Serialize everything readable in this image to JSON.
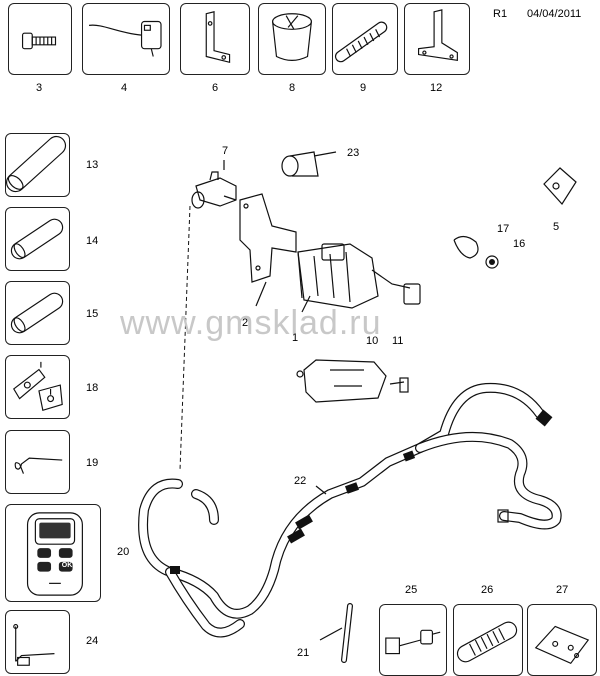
{
  "header": {
    "revision": "R1",
    "date": "04/04/2011"
  },
  "watermark": "www.gmsklad.ru",
  "top_boxes": [
    {
      "label": "3",
      "part": "bolt-icon"
    },
    {
      "label": "4",
      "part": "sensor-icon"
    },
    {
      "label": "6",
      "part": "bracket-icon"
    },
    {
      "label": "8",
      "part": "cup-icon"
    },
    {
      "label": "9",
      "part": "corrugated-tube-icon"
    },
    {
      "label": "12",
      "part": "mount-bracket-icon"
    }
  ],
  "left_boxes": [
    {
      "label": "13",
      "part": "tube-icon"
    },
    {
      "label": "14",
      "part": "tube-icon"
    },
    {
      "label": "15",
      "part": "tube-icon"
    },
    {
      "label": "18",
      "part": "plate-icon"
    },
    {
      "label": "19",
      "part": "wire-icon"
    },
    {
      "label": "20",
      "part": "remote-icon"
    },
    {
      "label": "24",
      "part": "antenna-icon"
    }
  ],
  "bottom_boxes": [
    {
      "label": "25",
      "part": "connector-icon"
    },
    {
      "label": "26",
      "part": "corrugated-tube-icon"
    },
    {
      "label": "27",
      "part": "plate-icon"
    }
  ],
  "remote_key": "OK",
  "callouts": {
    "c1": "1",
    "c2": "2",
    "c5": "5",
    "c7": "7",
    "c10": "10",
    "c11": "11",
    "c16": "16",
    "c17": "17",
    "c21": "21",
    "c22": "22",
    "c23": "23"
  }
}
